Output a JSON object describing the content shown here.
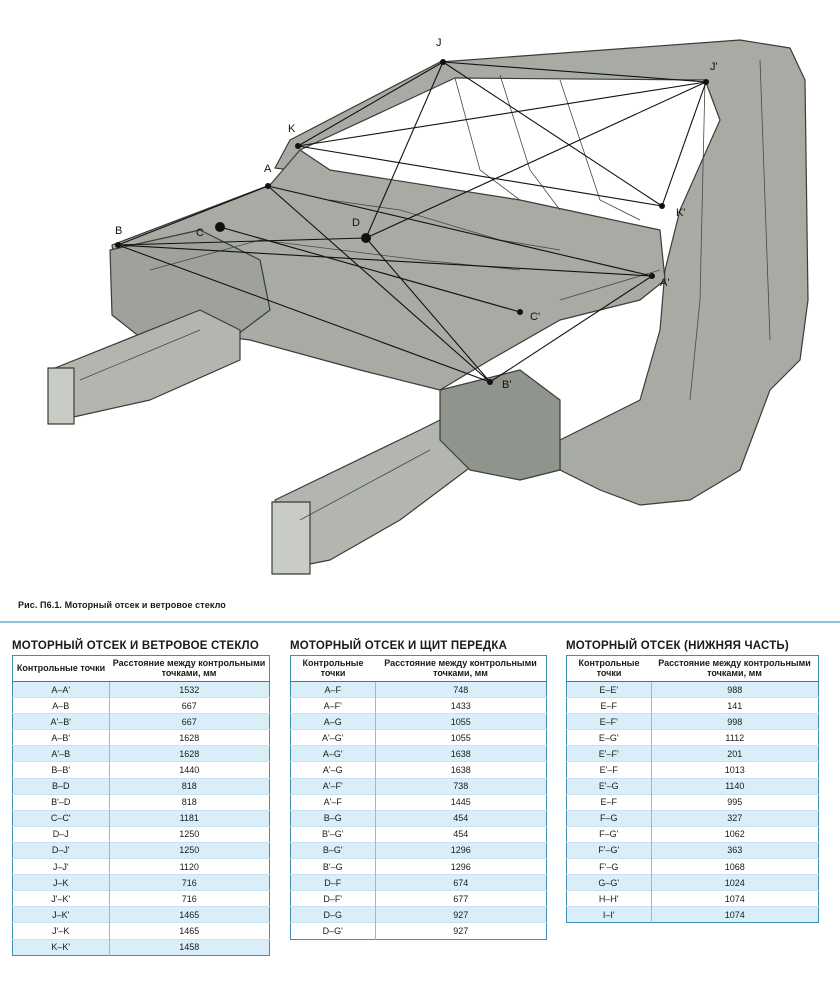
{
  "figure": {
    "caption": "Рис. П6.1. Моторный отсек и ветровое стекло",
    "point_labels": {
      "J": "J",
      "J_prime": "J'",
      "K": "K",
      "K_prime": "K'",
      "A": "A",
      "A_prime": "A'",
      "B": "B",
      "B_prime": "B'",
      "C": "C",
      "C_prime": "C'",
      "D": "D"
    }
  },
  "colors": {
    "body_fill": "#a7aba4",
    "body_line": "#3a3d38",
    "table_border": "#3e8fb8",
    "row_stripe": "#d9eef8"
  },
  "tables": [
    {
      "title": "МОТОРНЫЙ ОТСЕК И ВЕТРОВОЕ СТЕКЛО",
      "col1": "Контрольные точки",
      "col2": "Расстояние между контрольными точками, мм",
      "rows": [
        [
          "A–A'",
          "1532"
        ],
        [
          "A–B",
          "667"
        ],
        [
          "A'–B'",
          "667"
        ],
        [
          "A–B'",
          "1628"
        ],
        [
          "A'–B",
          "1628"
        ],
        [
          "B–B'",
          "1440"
        ],
        [
          "B–D",
          "818"
        ],
        [
          "B'–D",
          "818"
        ],
        [
          "C–C'",
          "1181"
        ],
        [
          "D–J",
          "1250"
        ],
        [
          "D–J'",
          "1250"
        ],
        [
          "J–J'",
          "1120"
        ],
        [
          "J–K",
          "716"
        ],
        [
          "J'–K'",
          "716"
        ],
        [
          "J–K'",
          "1465"
        ],
        [
          "J'–K",
          "1465"
        ],
        [
          "K–K'",
          "1458"
        ]
      ]
    },
    {
      "title": "МОТОРНЫЙ ОТСЕК И ЩИТ ПЕРЕДКА",
      "col1": "Контрольные точки",
      "col2": "Расстояние между контрольными точками, мм",
      "rows": [
        [
          "A–F",
          "748"
        ],
        [
          "A–F'",
          "1433"
        ],
        [
          "A–G",
          "1055"
        ],
        [
          "A'–G'",
          "1055"
        ],
        [
          "A–G'",
          "1638"
        ],
        [
          "A'–G",
          "1638"
        ],
        [
          "A'–F'",
          "738"
        ],
        [
          "A'–F",
          "1445"
        ],
        [
          "B–G",
          "454"
        ],
        [
          "B'–G'",
          "454"
        ],
        [
          "B–G'",
          "1296"
        ],
        [
          "B'–G",
          "1296"
        ],
        [
          "D–F",
          "674"
        ],
        [
          "D–F'",
          "677"
        ],
        [
          "D–G",
          "927"
        ],
        [
          "D–G'",
          "927"
        ]
      ]
    },
    {
      "title": "МОТОРНЫЙ ОТСЕК (НИЖНЯЯ ЧАСТЬ)",
      "col1": "Контрольные точки",
      "col2": "Расстояние между контрольными точками, мм",
      "rows": [
        [
          "E–E'",
          "988"
        ],
        [
          "E–F",
          "141"
        ],
        [
          "E–F'",
          "998"
        ],
        [
          "E–G'",
          "1112"
        ],
        [
          "E'–F'",
          "201"
        ],
        [
          "E'–F",
          "1013"
        ],
        [
          "E'–G",
          "1140"
        ],
        [
          "E–F",
          "995"
        ],
        [
          "F–G",
          "327"
        ],
        [
          "F–G'",
          "1062"
        ],
        [
          "F'–G'",
          "363"
        ],
        [
          "F'–G",
          "1068"
        ],
        [
          "G–G'",
          "1024"
        ],
        [
          "H–H'",
          "1074"
        ],
        [
          "I–I'",
          "1074"
        ]
      ]
    }
  ]
}
